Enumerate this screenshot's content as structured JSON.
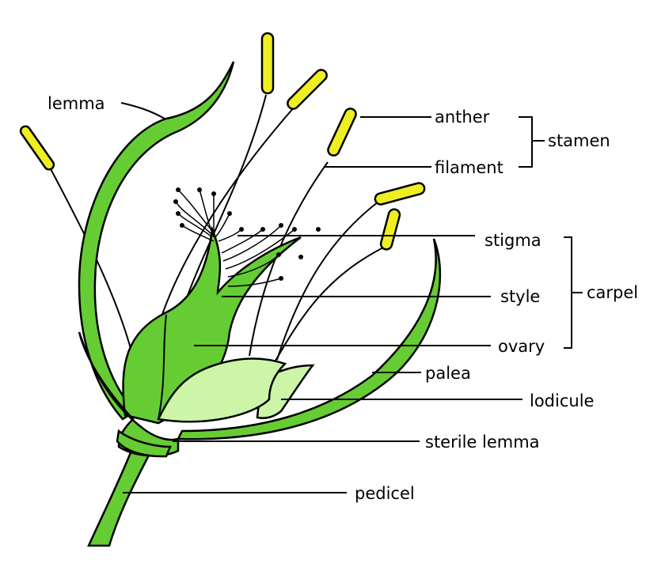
{
  "labels": {
    "lemma": "lemma",
    "anther": "anther",
    "filament": "filament",
    "stamen": "stamen",
    "stigma": "stigma",
    "style": "style",
    "ovary": "ovary",
    "carpel": "carpel",
    "palea": "palea",
    "lodicule": "lodicule",
    "sterile_lemma": "sterile lemma",
    "pedicel": "pedicel"
  },
  "colors": {
    "green": "#66cc33",
    "light_green": "#ccf5a8",
    "anther_yellow": "#eeee22"
  }
}
